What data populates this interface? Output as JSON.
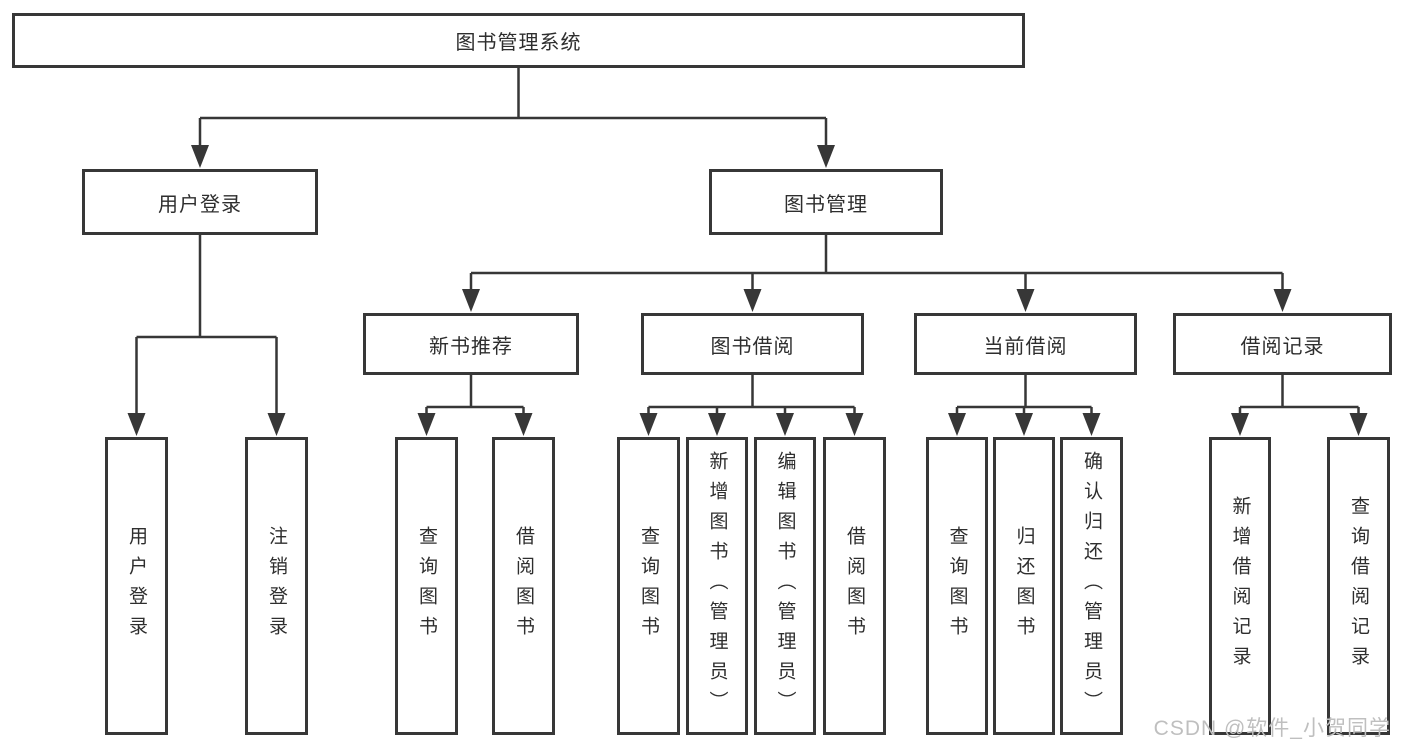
{
  "diagram": {
    "root": "图书管理系统",
    "level2": {
      "user_login": "用户登录",
      "book_mgmt": "图书管理"
    },
    "level3": {
      "new_recommend": "新书推荐",
      "book_borrow": "图书借阅",
      "current_borrow": "当前借阅",
      "borrow_records": "借阅记录"
    },
    "leaves": {
      "user_login": [
        "用户登录",
        "注销登录"
      ],
      "new_recommend": [
        "查询图书",
        "借阅图书"
      ],
      "book_borrow": [
        "查询图书",
        "新增图书（管理员）",
        "编辑图书（管理员）",
        "借阅图书"
      ],
      "current_borrow": [
        "查询图书",
        "归还图书",
        "确认归还（管理员）"
      ],
      "borrow_records": [
        "新增借阅记录",
        "查询借阅记录"
      ]
    }
  },
  "watermark": "CSDN @软件_小贺同学",
  "colors": {
    "line": "#373737",
    "text": "#2e2e2e",
    "watermark": "#bfbfbf",
    "background": "#ffffff"
  }
}
